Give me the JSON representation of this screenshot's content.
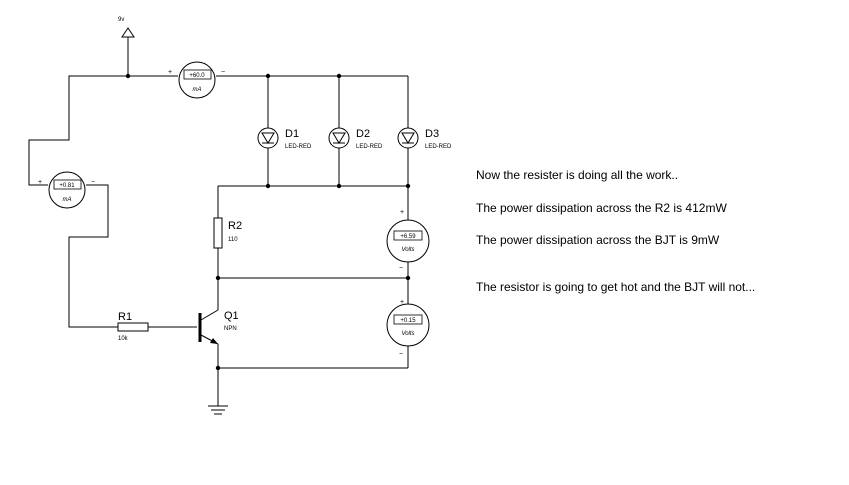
{
  "supply": {
    "label": "9v"
  },
  "meters": {
    "top_ammeter": {
      "reading": "+60.0",
      "unit": "mA",
      "plus": "+",
      "minus": "−"
    },
    "left_ammeter": {
      "reading": "+0.81",
      "unit": "mA",
      "plus": "+",
      "minus": "−"
    },
    "r2_voltmeter": {
      "reading": "+6.59",
      "unit": "Volts",
      "plus": "+",
      "minus": "−"
    },
    "bjt_voltmeter": {
      "reading": "+0.15",
      "unit": "Volts",
      "plus": "+",
      "minus": "−"
    }
  },
  "components": {
    "d1": {
      "name": "D1",
      "type": "LED-RED"
    },
    "d2": {
      "name": "D2",
      "type": "LED-RED"
    },
    "d3": {
      "name": "D3",
      "type": "LED-RED"
    },
    "r2": {
      "name": "R2",
      "value": "110"
    },
    "r1": {
      "name": "R1",
      "value": "10k"
    },
    "q1": {
      "name": "Q1",
      "type": "NPN"
    }
  },
  "notes": [
    "Now the resister is doing all the work..",
    "The power dissipation across the R2  is 412mW",
    "The power dissipation across the BJT is 9mW",
    "The resistor is going to get hot and the BJT will not..."
  ]
}
